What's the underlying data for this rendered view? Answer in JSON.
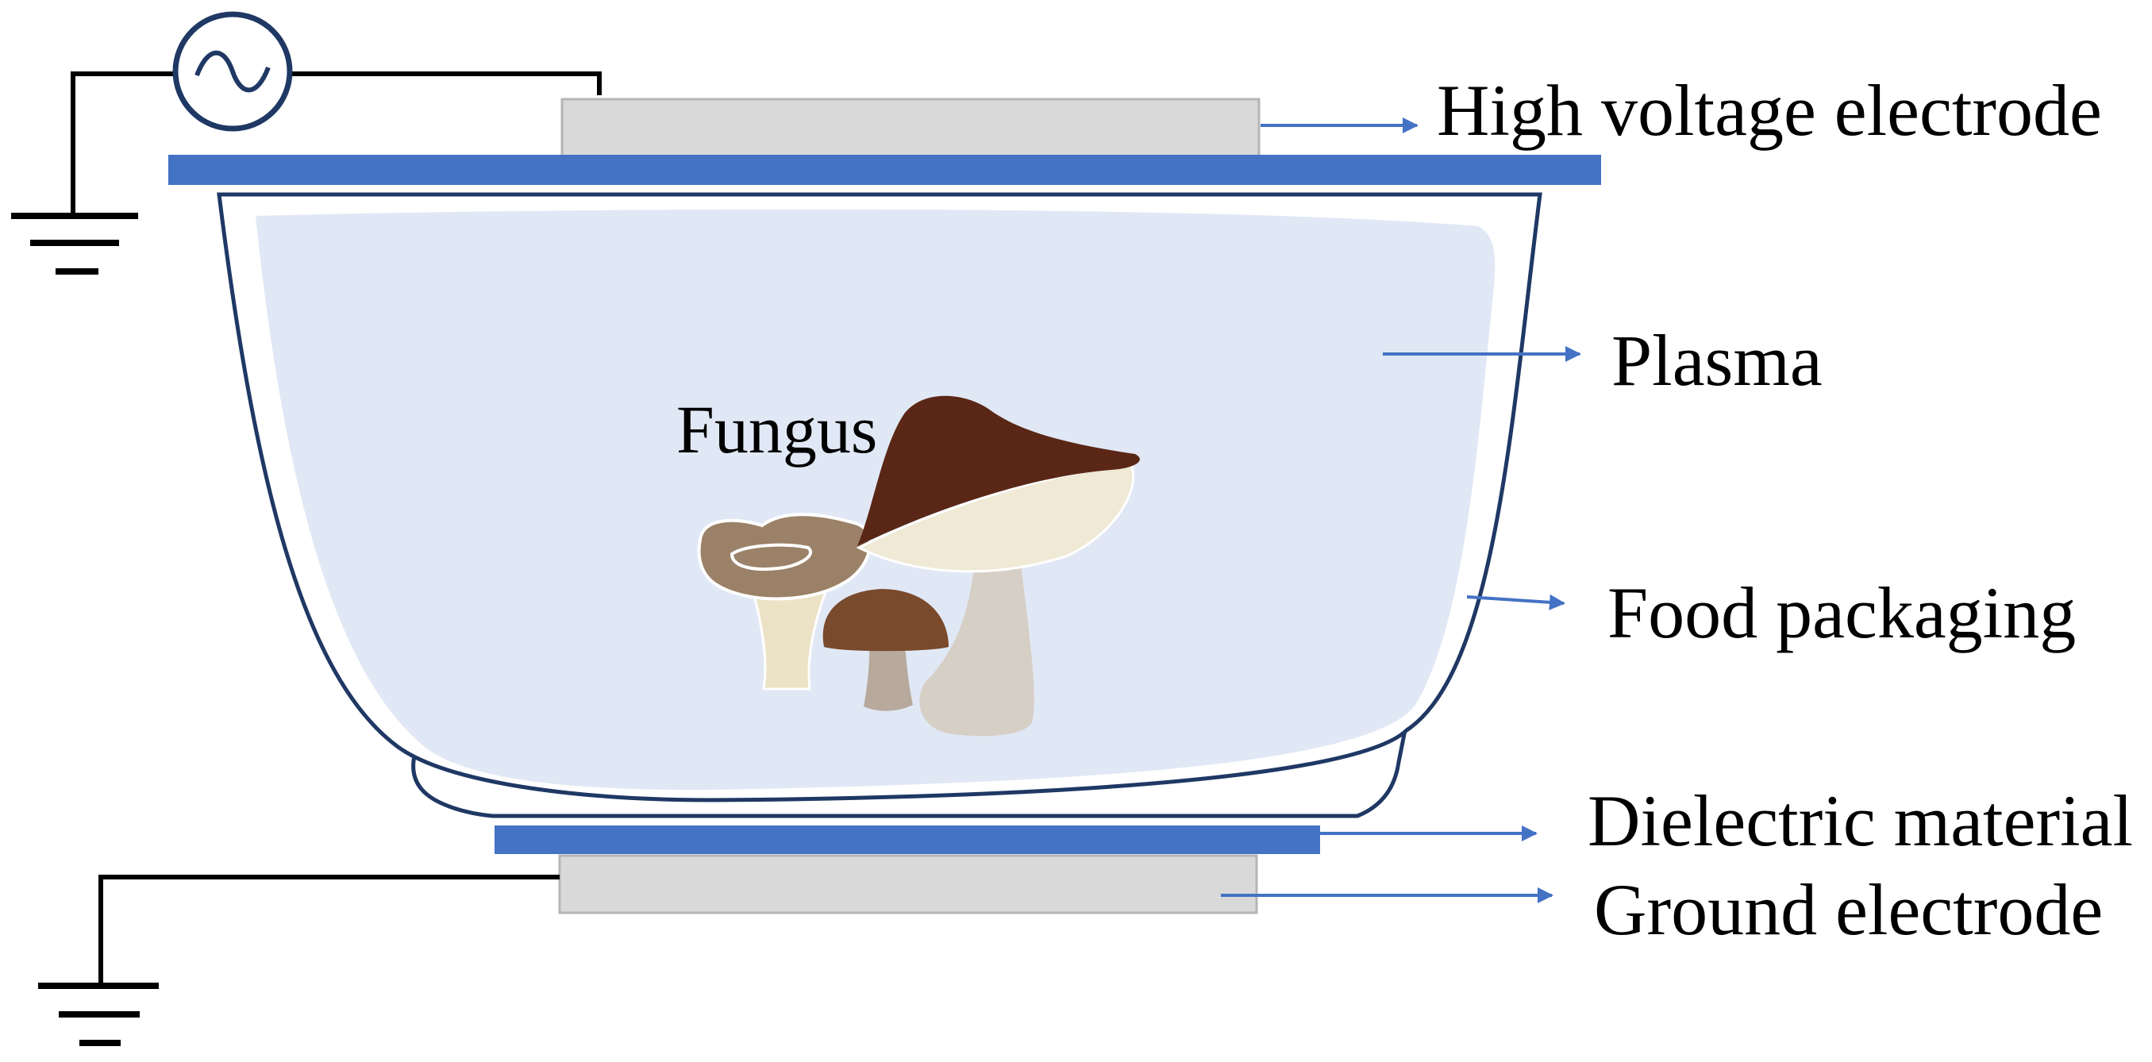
{
  "labels": {
    "high_voltage_electrode": "High voltage electrode",
    "plasma": "Plasma",
    "fungus": "Fungus",
    "food_packaging": "Food packaging",
    "dielectric_material": "Dielectric material",
    "ground_electrode": "Ground electrode"
  },
  "colors": {
    "dielectric": "#4472c4",
    "electrode": "#d9d9d9",
    "plasma": "#e1e8f5",
    "packaging_outline": "#1f3864",
    "arrow": "#4472c4",
    "wire": "#000000",
    "mushroom_cap_dark": "#5a2716",
    "mushroom_gills": "#efe9d6",
    "mushroom_stem": "#d6cfc6"
  },
  "icons": {
    "ac_source": "ac-source-icon",
    "ground": "ground-symbol-icon",
    "fungus": "mushroom-icon"
  }
}
